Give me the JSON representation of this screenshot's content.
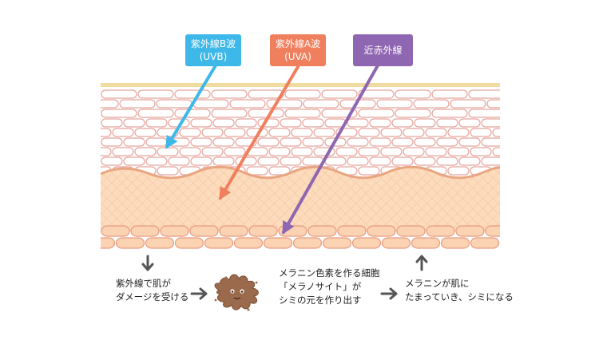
{
  "labels": {
    "uvb": {
      "line1": "紫外線B波",
      "line2": "(UVB)",
      "color": "#3db8e8"
    },
    "uva": {
      "line1": "紫外線A波",
      "line2": "(UVA)",
      "color": "#f07f5d"
    },
    "nir": {
      "line1": "近赤外線",
      "color": "#8e66b1"
    }
  },
  "captions": {
    "damage": [
      "紫外線で肌が",
      "ダメージを受ける"
    ],
    "melanocyte": [
      "メラニン色素を作る細胞",
      "「メラノサイト」が",
      "シミの元を作り出す"
    ],
    "spot": [
      "メラニンが肌に",
      "たまっていき、シミになる"
    ]
  },
  "colors": {
    "horny_layer": "#f0dca0",
    "cell_outline": "#e8a39c",
    "dermis_fill": "#fcdcbc",
    "dermis_edge": "#e8a580",
    "fat_fill": "#fbd2b2",
    "fat_outline": "#e89a80",
    "melanocyte": "#9b6a4c",
    "arrow_gray": "#555555"
  }
}
